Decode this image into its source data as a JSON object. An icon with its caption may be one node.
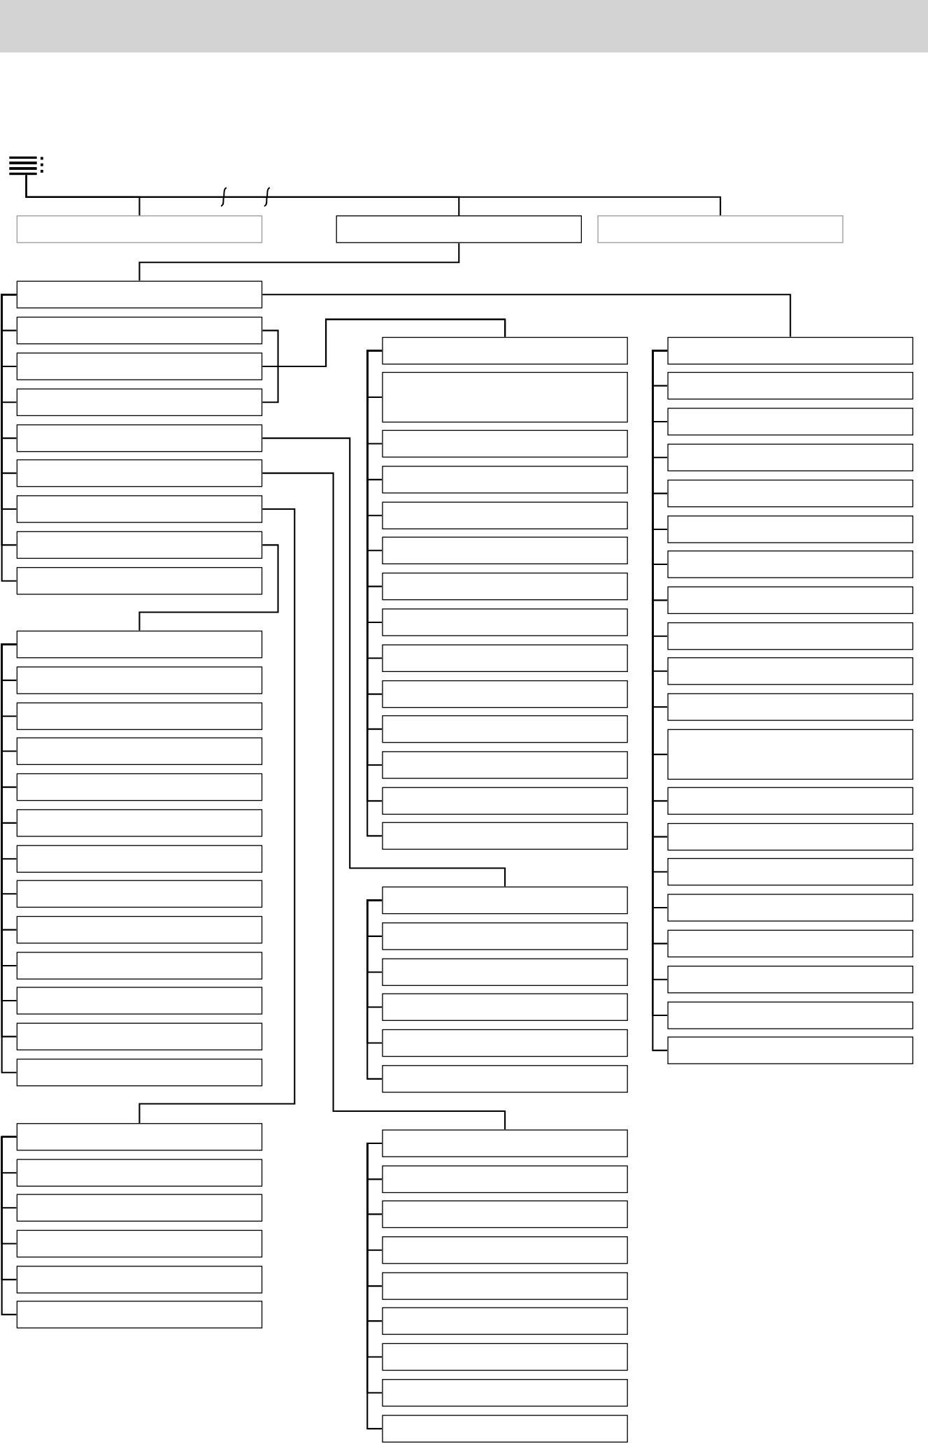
{
  "diagram": {
    "nodes": [
      {
        "text": [],
        "shape": "picture"
      },
      {
        "text": [],
        "shape": "box"
      },
      {
        "text": [],
        "shape": "box"
      },
      {
        "text": [],
        "shape": "box"
      },
      {
        "text": [],
        "shape": "box"
      },
      {
        "text": [],
        "shape": "box"
      },
      {
        "text": [],
        "shape": "box"
      },
      {
        "text": [],
        "shape": "box"
      },
      {
        "text": [],
        "shape": "box"
      },
      {
        "text": [],
        "shape": "box"
      },
      {
        "text": [],
        "shape": "box"
      },
      {
        "text": [],
        "shape": "box"
      },
      {
        "text": [],
        "shape": "box"
      },
      {
        "text": [],
        "shape": "box"
      },
      {
        "text": [],
        "shape": "box"
      },
      {
        "text": [],
        "shape": "box"
      },
      {
        "text": [],
        "shape": "box"
      },
      {
        "text": [],
        "shape": "box"
      },
      {
        "text": [],
        "shape": "box"
      },
      {
        "text": [],
        "shape": "box"
      },
      {
        "text": [],
        "shape": "box"
      },
      {
        "text": [],
        "shape": "box"
      },
      {
        "text": [],
        "shape": "box"
      },
      {
        "text": [],
        "shape": "box"
      },
      {
        "text": [],
        "shape": "box"
      },
      {
        "text": [],
        "shape": "box"
      },
      {
        "text": [],
        "shape": "box"
      },
      {
        "text": [],
        "shape": "box"
      },
      {
        "text": [],
        "shape": "box"
      },
      {
        "text": [],
        "shape": "box"
      },
      {
        "text": [],
        "shape": "box"
      },
      {
        "text": [],
        "shape": "box"
      },
      {
        "text": [],
        "shape": "box"
      },
      {
        "text": [],
        "shape": "box"
      },
      {
        "text": [],
        "shape": "box"
      },
      {
        "text": [],
        "shape": "box"
      },
      {
        "text": [],
        "shape": "box"
      },
      {
        "text": [],
        "shape": "box"
      },
      {
        "text": [],
        "shape": "box"
      },
      {
        "text": [],
        "shape": "box"
      },
      {
        "text": [],
        "shape": "box"
      },
      {
        "text": [],
        "shape": "box"
      },
      {
        "text": [],
        "shape": "box"
      },
      {
        "text": [],
        "shape": "box"
      },
      {
        "text": [],
        "shape": "box"
      },
      {
        "text": [],
        "shape": "box"
      },
      {
        "text": [],
        "shape": "box"
      },
      {
        "text": [],
        "shape": "box"
      },
      {
        "text": [],
        "shape": "box"
      },
      {
        "text": [],
        "shape": "box"
      },
      {
        "text": [],
        "shape": "box"
      },
      {
        "text": [],
        "shape": "box"
      },
      {
        "text": [],
        "shape": "box"
      },
      {
        "text": [],
        "shape": "box"
      },
      {
        "text": [],
        "shape": "box"
      },
      {
        "text": [],
        "shape": "box"
      },
      {
        "text": [],
        "shape": "box"
      },
      {
        "text": [],
        "shape": "box"
      },
      {
        "text": [],
        "shape": "box"
      },
      {
        "text": [],
        "shape": "box"
      },
      {
        "text": [],
        "shape": "box"
      },
      {
        "text": [],
        "shape": "box"
      },
      {
        "text": [],
        "shape": "box"
      },
      {
        "text": [],
        "shape": "box"
      },
      {
        "text": [],
        "shape": "box"
      },
      {
        "text": [],
        "shape": "box"
      },
      {
        "text": [],
        "shape": "box"
      },
      {
        "text": [],
        "shape": "box"
      },
      {
        "text": [],
        "shape": "box"
      },
      {
        "text": [],
        "shape": "box"
      },
      {
        "text": [],
        "shape": "box"
      },
      {
        "text": [],
        "shape": "box"
      },
      {
        "text": [],
        "shape": "box"
      },
      {
        "text": [],
        "shape": "box"
      },
      {
        "text": [],
        "shape": "box"
      },
      {
        "text": [],
        "shape": "box"
      },
      {
        "text": [],
        "shape": "box"
      },
      {
        "text": [],
        "shape": "box"
      },
      {
        "text": [],
        "shape": "box"
      },
      {
        "text": [],
        "shape": "box"
      },
      {
        "text": [],
        "shape": "box"
      }
    ],
    "edges": [
      {
        "from": 0,
        "to": 1,
        "arrow": "none"
      },
      {
        "from": 0,
        "to": 2,
        "arrow": "none"
      },
      {
        "from": 0,
        "to": 3,
        "arrow": "none"
      },
      {
        "from": 2,
        "to": 4,
        "arrow": "none"
      },
      {
        "from": 4,
        "to": 5,
        "arrow": "none"
      },
      {
        "from": 4,
        "to": 6,
        "arrow": "none"
      },
      {
        "from": 4,
        "to": 7,
        "arrow": "none"
      },
      {
        "from": 4,
        "to": 8,
        "arrow": "none"
      },
      {
        "from": 4,
        "to": 9,
        "arrow": "none"
      },
      {
        "from": 4,
        "to": 10,
        "arrow": "none"
      },
      {
        "from": 4,
        "to": 11,
        "arrow": "none"
      },
      {
        "from": 4,
        "to": 12,
        "arrow": "none"
      },
      {
        "from": 4,
        "to": 61,
        "arrow": "none"
      },
      {
        "from": 5,
        "to": 32,
        "arrow": "none"
      },
      {
        "from": 6,
        "to": 32,
        "arrow": "none"
      },
      {
        "from": 7,
        "to": 32,
        "arrow": "none"
      },
      {
        "from": 8,
        "to": 46,
        "arrow": "none"
      },
      {
        "from": 9,
        "to": 52,
        "arrow": "none"
      },
      {
        "from": 10,
        "to": 26,
        "arrow": "none"
      },
      {
        "from": 11,
        "to": 13,
        "arrow": "none"
      },
      {
        "from": 13,
        "to": 14,
        "arrow": "none"
      },
      {
        "from": 13,
        "to": 15,
        "arrow": "none"
      },
      {
        "from": 13,
        "to": 16,
        "arrow": "none"
      },
      {
        "from": 13,
        "to": 17,
        "arrow": "none"
      },
      {
        "from": 13,
        "to": 18,
        "arrow": "none"
      },
      {
        "from": 13,
        "to": 19,
        "arrow": "none"
      },
      {
        "from": 13,
        "to": 20,
        "arrow": "none"
      },
      {
        "from": 13,
        "to": 21,
        "arrow": "none"
      },
      {
        "from": 13,
        "to": 22,
        "arrow": "none"
      },
      {
        "from": 13,
        "to": 23,
        "arrow": "none"
      },
      {
        "from": 13,
        "to": 24,
        "arrow": "none"
      },
      {
        "from": 13,
        "to": 25,
        "arrow": "none"
      },
      {
        "from": 26,
        "to": 27,
        "arrow": "none"
      },
      {
        "from": 26,
        "to": 28,
        "arrow": "none"
      },
      {
        "from": 26,
        "to": 29,
        "arrow": "none"
      },
      {
        "from": 26,
        "to": 30,
        "arrow": "none"
      },
      {
        "from": 26,
        "to": 31,
        "arrow": "none"
      },
      {
        "from": 32,
        "to": 33,
        "arrow": "none"
      },
      {
        "from": 32,
        "to": 34,
        "arrow": "none"
      },
      {
        "from": 32,
        "to": 35,
        "arrow": "none"
      },
      {
        "from": 32,
        "to": 36,
        "arrow": "none"
      },
      {
        "from": 32,
        "to": 37,
        "arrow": "none"
      },
      {
        "from": 32,
        "to": 38,
        "arrow": "none"
      },
      {
        "from": 32,
        "to": 39,
        "arrow": "none"
      },
      {
        "from": 32,
        "to": 40,
        "arrow": "none"
      },
      {
        "from": 32,
        "to": 41,
        "arrow": "none"
      },
      {
        "from": 32,
        "to": 42,
        "arrow": "none"
      },
      {
        "from": 32,
        "to": 43,
        "arrow": "none"
      },
      {
        "from": 32,
        "to": 44,
        "arrow": "none"
      },
      {
        "from": 32,
        "to": 45,
        "arrow": "none"
      },
      {
        "from": 46,
        "to": 47,
        "arrow": "none"
      },
      {
        "from": 46,
        "to": 48,
        "arrow": "none"
      },
      {
        "from": 46,
        "to": 49,
        "arrow": "none"
      },
      {
        "from": 46,
        "to": 50,
        "arrow": "none"
      },
      {
        "from": 46,
        "to": 51,
        "arrow": "none"
      },
      {
        "from": 52,
        "to": 53,
        "arrow": "none"
      },
      {
        "from": 52,
        "to": 54,
        "arrow": "none"
      },
      {
        "from": 52,
        "to": 55,
        "arrow": "none"
      },
      {
        "from": 52,
        "to": 56,
        "arrow": "none"
      },
      {
        "from": 52,
        "to": 57,
        "arrow": "none"
      },
      {
        "from": 52,
        "to": 58,
        "arrow": "none"
      },
      {
        "from": 52,
        "to": 59,
        "arrow": "none"
      },
      {
        "from": 52,
        "to": 60,
        "arrow": "none"
      },
      {
        "from": 61,
        "to": 62,
        "arrow": "none"
      },
      {
        "from": 61,
        "to": 63,
        "arrow": "none"
      },
      {
        "from": 61,
        "to": 64,
        "arrow": "none"
      },
      {
        "from": 61,
        "to": 65,
        "arrow": "none"
      },
      {
        "from": 61,
        "to": 66,
        "arrow": "none"
      },
      {
        "from": 61,
        "to": 67,
        "arrow": "none"
      },
      {
        "from": 61,
        "to": 68,
        "arrow": "none"
      },
      {
        "from": 61,
        "to": 69,
        "arrow": "none"
      },
      {
        "from": 61,
        "to": 70,
        "arrow": "none"
      },
      {
        "from": 61,
        "to": 71,
        "arrow": "none"
      },
      {
        "from": 61,
        "to": 72,
        "arrow": "none"
      },
      {
        "from": 61,
        "to": 73,
        "arrow": "none"
      },
      {
        "from": 61,
        "to": 74,
        "arrow": "none"
      },
      {
        "from": 61,
        "to": 75,
        "arrow": "none"
      },
      {
        "from": 61,
        "to": 76,
        "arrow": "none"
      },
      {
        "from": 61,
        "to": 77,
        "arrow": "none"
      },
      {
        "from": 61,
        "to": 78,
        "arrow": "none"
      },
      {
        "from": 61,
        "to": 79,
        "arrow": "none"
      },
      {
        "from": 61,
        "to": 80,
        "arrow": "none"
      }
    ]
  }
}
